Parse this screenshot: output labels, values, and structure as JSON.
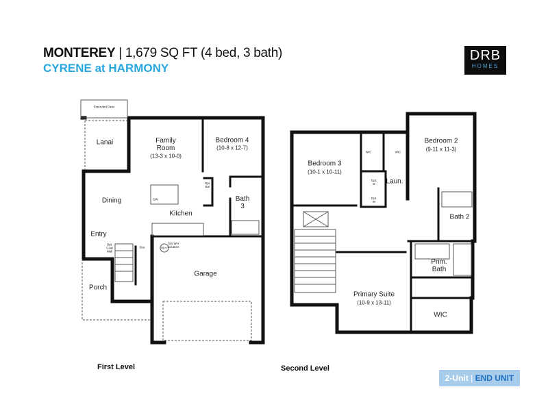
{
  "header": {
    "model": "MONTEREY",
    "separator": "|",
    "details": "1,679 SQ FT (4 bed, 3 bath)",
    "community": "CYRENE at HARMONY"
  },
  "logo": {
    "line1": "DRB",
    "line2": "HOMES"
  },
  "first_level": {
    "label": "First Level",
    "rooms": {
      "extended_patio": "Extended Patio",
      "lanai": "Lanai",
      "family_room": "Family Room",
      "family_room_dim": "(13-3 x 10-0)",
      "bedroom4": "Bedroom 4",
      "bedroom4_dim": "(10-8 x 12-7)",
      "opt_bar": "Opt. Bar",
      "dining": "Dining",
      "dw": "DW",
      "kitchen": "Kitchen",
      "bath3": "Bath 3",
      "entry": "Entry",
      "opt_coat_wall": "Opt. Coat Wall",
      "stor": "Stor.",
      "wh": "W.H.",
      "wh_location": "Tan WH Location",
      "garage": "Garage",
      "porch": "Porch"
    }
  },
  "second_level": {
    "label": "Second Level",
    "rooms": {
      "bedroom3": "Bedroom 3",
      "bedroom3_dim": "(10-1 x 10-11)",
      "wic1": "WIC",
      "wic2": "WIC",
      "bedroom2": "Bedroom 2",
      "bedroom2_dim": "(9-11 x 11-3)",
      "opt_d": "Opt. D",
      "opt_w": "Opt. W",
      "laundry": "Laun.",
      "bath2": "Bath 2",
      "prim_bath": "Prim. Bath",
      "primary_suite": "Primary Suite",
      "primary_suite_dim": "(10-9 x 13-11)",
      "wic_primary": "WIC"
    }
  },
  "badge": {
    "left": "2-Unit",
    "separator": "|",
    "right": "END UNIT"
  },
  "colors": {
    "accent_blue": "#29a8e0",
    "badge_bg": "#a8cdec",
    "badge_text": "#1f6fc0",
    "wall": "#111111"
  }
}
